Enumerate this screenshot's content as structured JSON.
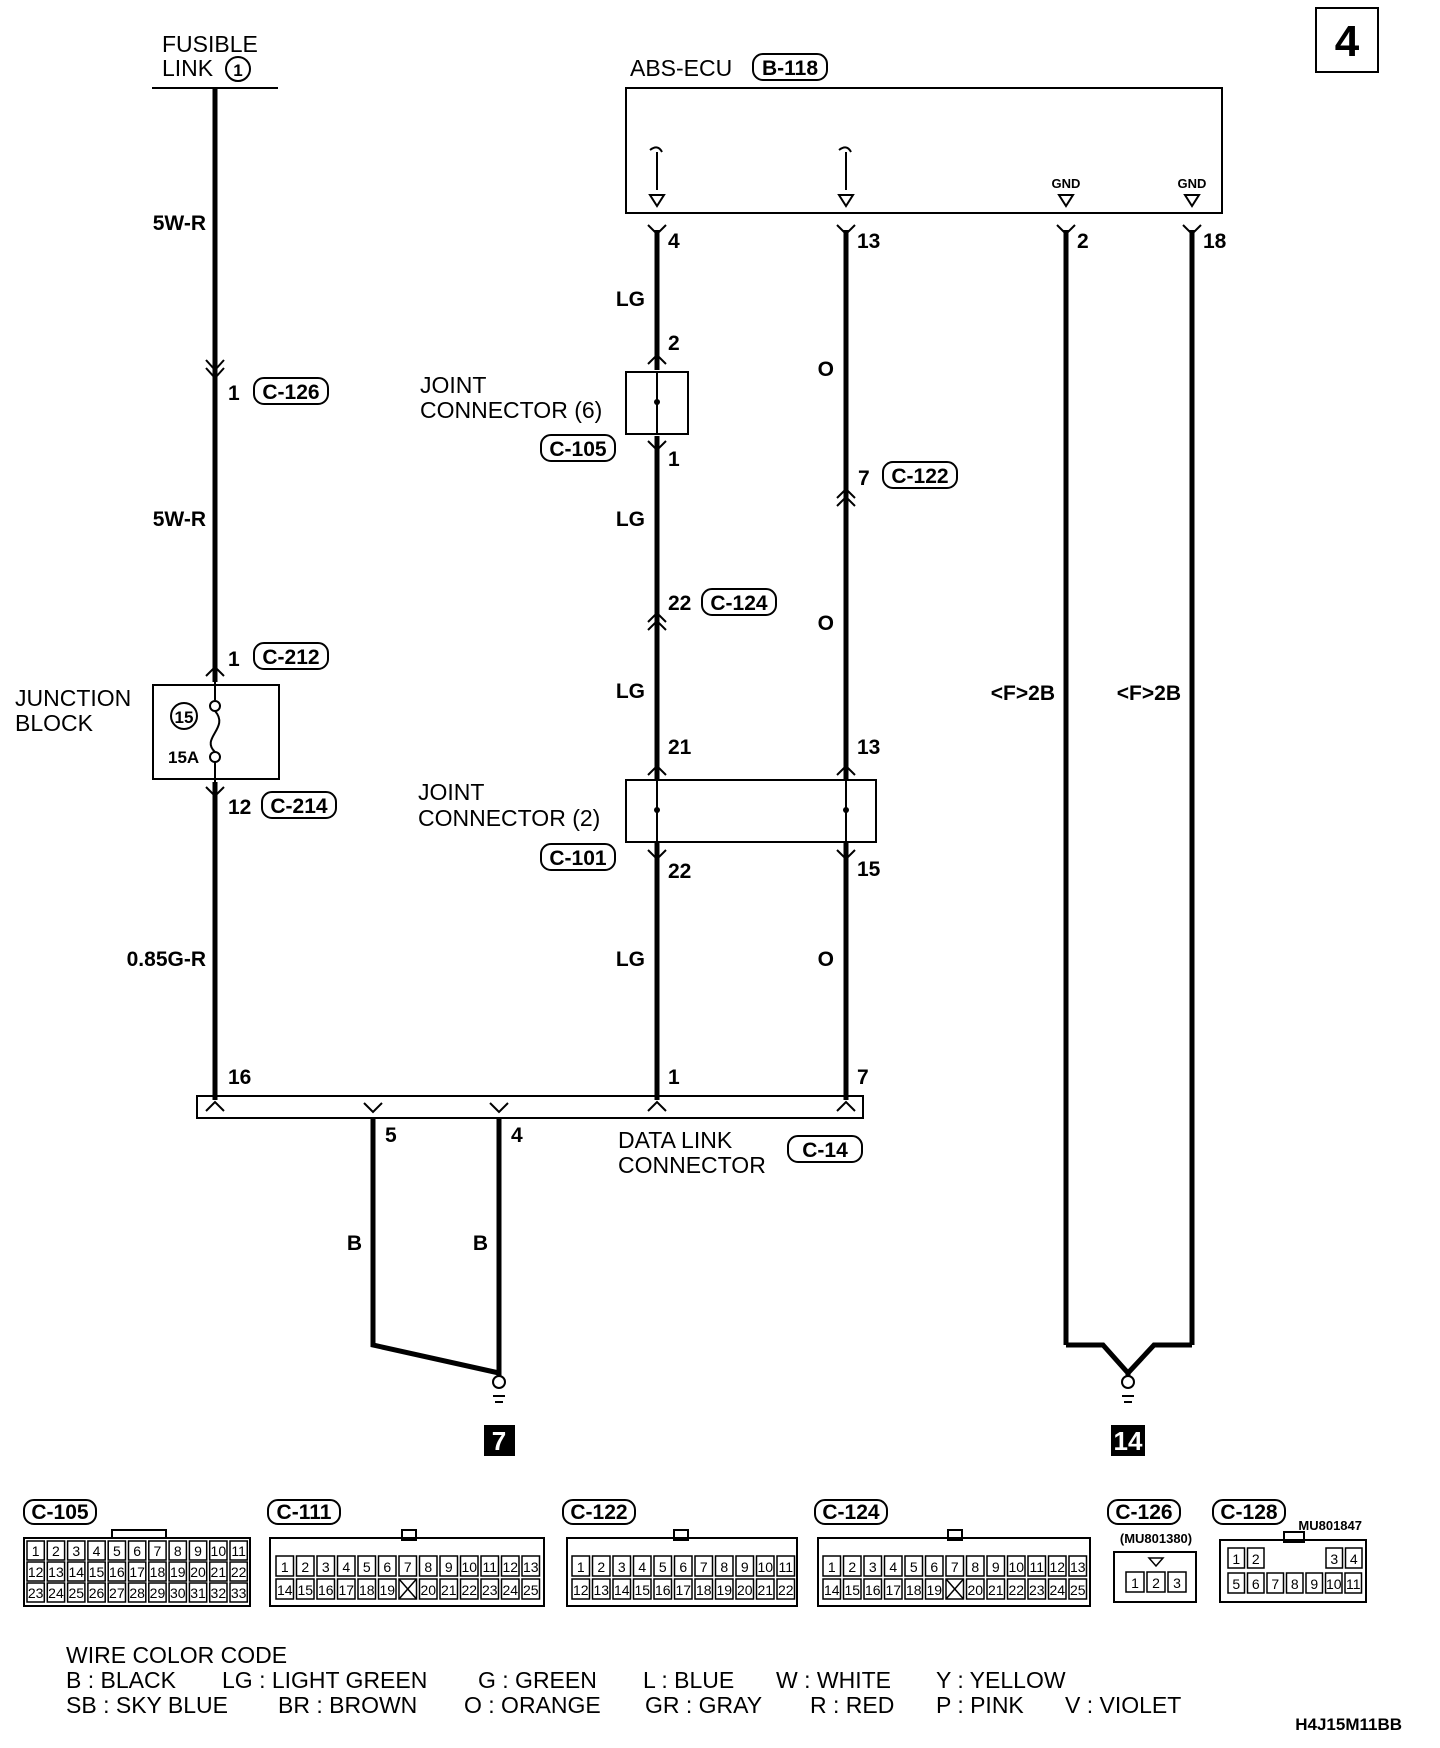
{
  "page_number": "4",
  "fusible_link": {
    "line1": "FUSIBLE",
    "line2": "LINK",
    "num": "1"
  },
  "abs_ecu": {
    "label": "ABS-ECU",
    "code": "B-118",
    "gnd1": "GND",
    "gnd2": "GND"
  },
  "pins": {
    "ecu_4": "4",
    "ecu_13": "13",
    "ecu_2": "2",
    "ecu_18": "18",
    "c126_pin": "1",
    "c212_pin": "1",
    "c214_pin": "12",
    "jc6_top": "2",
    "jc6_bot": "1",
    "c124_pin": "22",
    "c122_pin": "7",
    "jc2_21": "21",
    "jc2_13": "13",
    "jc2_22": "22",
    "jc2_15": "15",
    "dlc_16": "16",
    "dlc_1": "1",
    "dlc_7": "7",
    "dlc_5": "5",
    "dlc_4": "4"
  },
  "codes": {
    "c126": "C-126",
    "c212": "C-212",
    "c214": "C-214",
    "c105": "C-105",
    "c124": "C-124",
    "c122": "C-122",
    "c101": "C-101",
    "c14": "C-14"
  },
  "wire_labels": {
    "w1": "5W-R",
    "w2": "5W-R",
    "w3": "0.85G-R",
    "lg1": "LG",
    "lg2": "LG",
    "lg3": "LG",
    "lg4": "LG",
    "o1": "O",
    "o2": "O",
    "o3": "O",
    "f1": "<F>2B",
    "f2": "<F>2B",
    "b1": "B",
    "b2": "B"
  },
  "junction_block": {
    "line1": "JUNCTION",
    "line2": "BLOCK",
    "fuse_num": "15",
    "rating": "15A"
  },
  "joint_connector_6": {
    "line1": "JOINT",
    "line2": "CONNECTOR (6)"
  },
  "joint_connector_2": {
    "line1": "JOINT",
    "line2": "CONNECTOR (2)"
  },
  "data_link_connector": {
    "line1": "DATA LINK",
    "line2": "CONNECTOR"
  },
  "grounds": {
    "g7": "7",
    "g14": "14"
  },
  "connector_views": {
    "c105": {
      "code": "C-105",
      "rows": [
        [
          "1",
          "2",
          "3",
          "4",
          "5",
          "6",
          "7",
          "8",
          "9",
          "10",
          "11"
        ],
        [
          "12",
          "13",
          "14",
          "15",
          "16",
          "17",
          "18",
          "19",
          "20",
          "21",
          "22"
        ],
        [
          "23",
          "24",
          "25",
          "26",
          "27",
          "28",
          "29",
          "30",
          "31",
          "32",
          "33"
        ]
      ]
    },
    "c111": {
      "code": "C-111",
      "row1": [
        "1",
        "2",
        "3",
        "4",
        "5",
        "6",
        "7",
        "8",
        "9",
        "10",
        "11",
        "12",
        "13"
      ],
      "row2": [
        "14",
        "15",
        "16",
        "17",
        "18",
        "19",
        "",
        "20",
        "21",
        "22",
        "23",
        "24",
        "25"
      ]
    },
    "c122": {
      "code": "C-122",
      "row1": [
        "1",
        "2",
        "3",
        "4",
        "5",
        "6",
        "7",
        "8",
        "9",
        "10",
        "11"
      ],
      "row2": [
        "12",
        "13",
        "14",
        "15",
        "16",
        "17",
        "18",
        "19",
        "20",
        "21",
        "22"
      ]
    },
    "c124": {
      "code": "C-124",
      "row1": [
        "1",
        "2",
        "3",
        "4",
        "5",
        "6",
        "7",
        "8",
        "9",
        "10",
        "11",
        "12",
        "13"
      ],
      "row2": [
        "14",
        "15",
        "16",
        "17",
        "18",
        "19",
        "",
        "20",
        "21",
        "22",
        "23",
        "24",
        "25"
      ]
    },
    "c126": {
      "code": "C-126",
      "part": "(MU801380)",
      "row": [
        "1",
        "2",
        "3"
      ]
    },
    "c128": {
      "code": "C-128",
      "part": "MU801847",
      "row1": [
        "1",
        "2",
        "3",
        "4"
      ],
      "row2": [
        "5",
        "6",
        "7",
        "8",
        "9",
        "10",
        "11"
      ]
    }
  },
  "wire_color_code": {
    "title": "WIRE COLOR CODE",
    "row1": [
      "B : BLACK",
      "LG : LIGHT GREEN",
      "G : GREEN",
      "L : BLUE",
      "W : WHITE",
      "Y : YELLOW"
    ],
    "row2": [
      "SB : SKY BLUE",
      "BR : BROWN",
      "O : ORANGE",
      "GR : GRAY",
      "R : RED",
      "P : PINK",
      "V : VIOLET"
    ]
  },
  "figure_code": "H4J15M11BB"
}
